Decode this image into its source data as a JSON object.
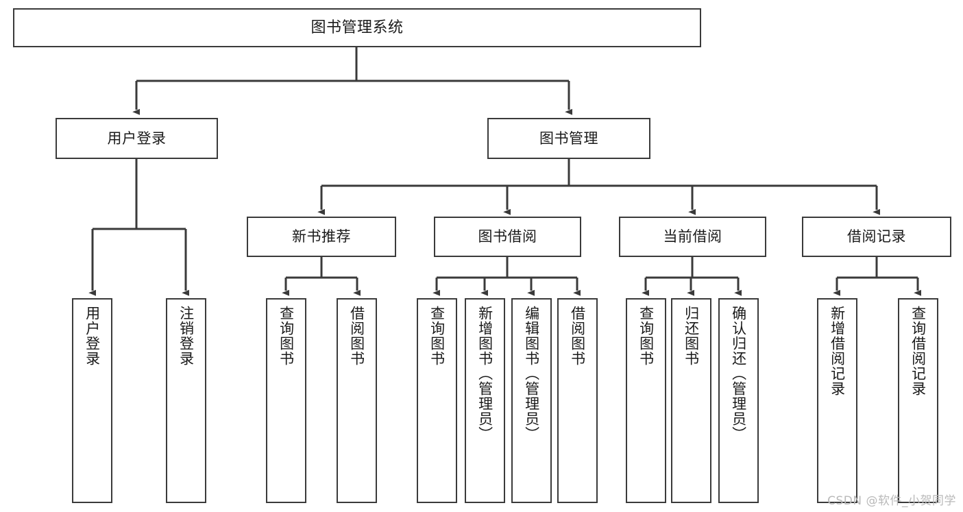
{
  "diagram": {
    "title": "图书管理系统",
    "type": "tree-hierarchy",
    "stroke_color": "#3a3a3a",
    "background_color": "#ffffff",
    "text_color": "#1a1a1a"
  },
  "root": {
    "label": "图书管理系统"
  },
  "level1": [
    {
      "label": "用户登录"
    },
    {
      "label": "图书管理"
    }
  ],
  "level2": [
    {
      "label": "新书推荐"
    },
    {
      "label": "图书借阅"
    },
    {
      "label": "当前借阅"
    },
    {
      "label": "借阅记录"
    }
  ],
  "leaves": {
    "user_login": [
      {
        "label": "用户登录"
      },
      {
        "label": "注销登录"
      }
    ],
    "new_book_recommend": [
      {
        "label": "查询图书"
      },
      {
        "label": "借阅图书"
      }
    ],
    "book_borrow": [
      {
        "label": "查询图书"
      },
      {
        "label": "新增图书（管理员）"
      },
      {
        "label": "编辑图书（管理员）"
      },
      {
        "label": "借阅图书"
      }
    ],
    "current_borrow": [
      {
        "label": "查询图书"
      },
      {
        "label": "归还图书"
      },
      {
        "label": "确认归还（管理员）"
      }
    ],
    "borrow_record": [
      {
        "label": "新增借阅记录"
      },
      {
        "label": "查询借阅记录"
      }
    ]
  },
  "watermark": {
    "text": "CSDN @软件_小贺同学"
  }
}
